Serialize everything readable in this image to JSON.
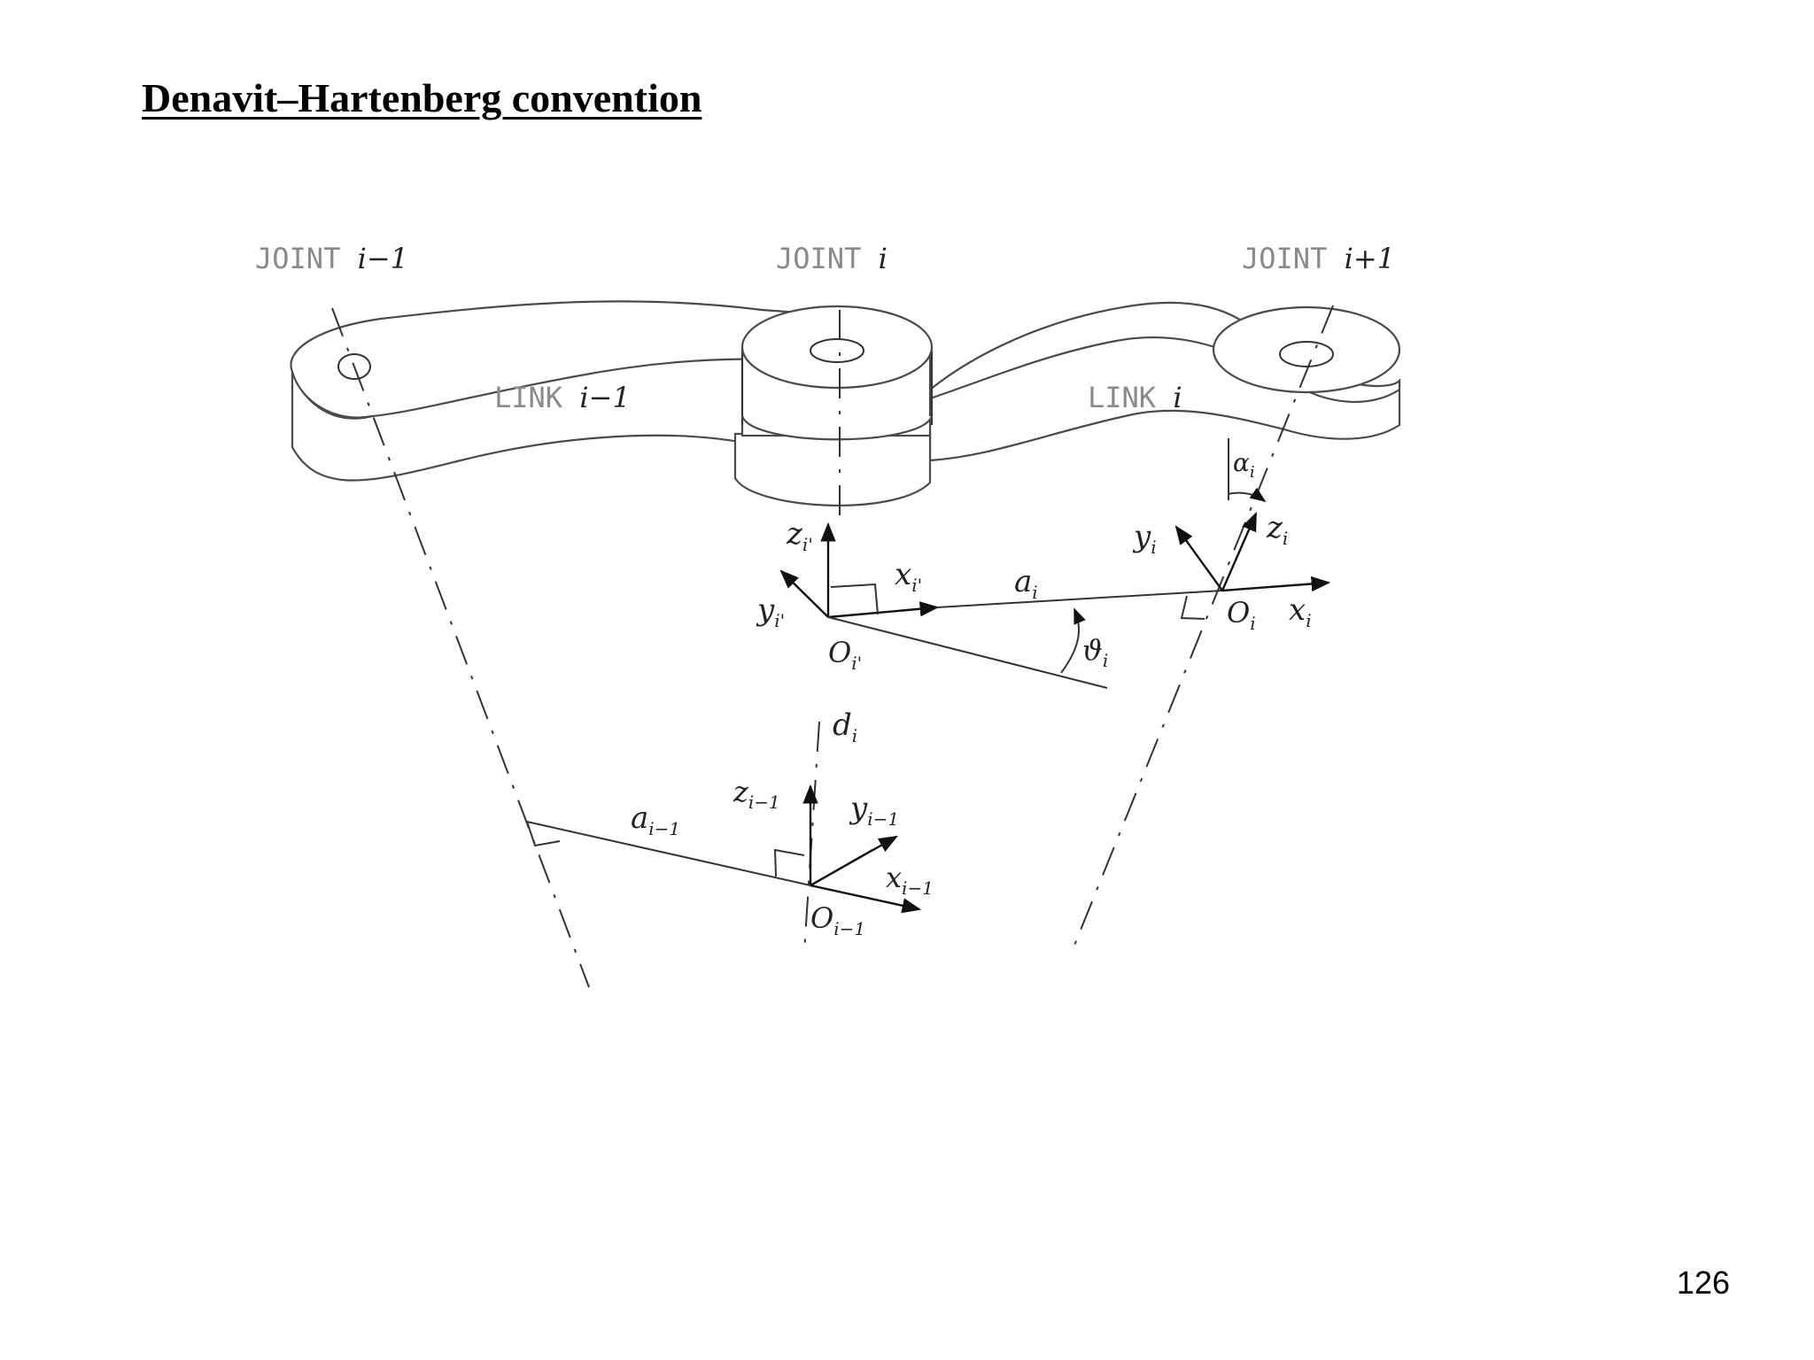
{
  "title": "Denavit–Hartenberg convention",
  "page_number": "126",
  "diagram": {
    "joints": [
      {
        "word": "JOINT",
        "index": "i−1"
      },
      {
        "word": "JOINT",
        "index": "i"
      },
      {
        "word": "JOINT",
        "index": "i+1"
      }
    ],
    "links": [
      {
        "word": "LINK",
        "index": "i−1"
      },
      {
        "word": "LINK",
        "index": "i"
      }
    ],
    "frame_i_prime": {
      "z": {
        "base": "z",
        "sub": "i'"
      },
      "x": {
        "base": "x",
        "sub": "i'"
      },
      "y": {
        "base": "y",
        "sub": "i'"
      },
      "origin": {
        "base": "O",
        "sub": "i'"
      }
    },
    "frame_i": {
      "z": {
        "base": "z",
        "sub": "i"
      },
      "x": {
        "base": "x",
        "sub": "i"
      },
      "y": {
        "base": "y",
        "sub": "i"
      },
      "origin": {
        "base": "O",
        "sub": "i"
      }
    },
    "frame_i_minus_1": {
      "z": {
        "base": "z",
        "sub": "i−1"
      },
      "x": {
        "base": "x",
        "sub": "i−1"
      },
      "y": {
        "base": "y",
        "sub": "i−1"
      },
      "origin": {
        "base": "O",
        "sub": "i−1"
      }
    },
    "parameters": {
      "a_i": {
        "base": "a",
        "sub": "i"
      },
      "a_i_minus_1": {
        "base": "a",
        "sub": "i−1"
      },
      "theta_i": {
        "base": "ϑ",
        "sub": "i"
      },
      "d_i": {
        "base": "d",
        "sub": "i"
      },
      "alpha_i": {
        "base": "α",
        "sub": "i"
      }
    }
  }
}
